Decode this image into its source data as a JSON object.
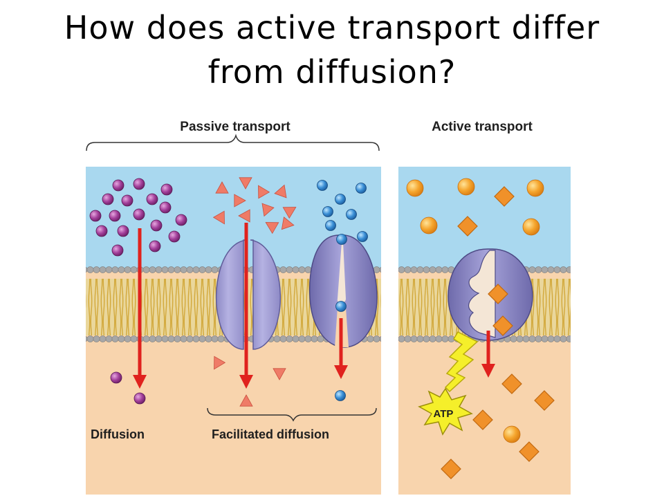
{
  "slide": {
    "title_line1": "How does active transport differ",
    "title_line2": "from diffusion?"
  },
  "figure": {
    "passive_header": "Passive transport",
    "active_header": "Active transport",
    "diffusion_label": "Diffusion",
    "facilitated_label": "Facilitated diffusion",
    "atp_label": "ATP"
  },
  "colors": {
    "extracellular": "#a9d8ef",
    "cytoplasm": "#f8d4ad",
    "membrane_tails": "#e8c66b",
    "phospholipid_head": "#a7a7a7",
    "arrow": "#e0221e",
    "protein_channel": "#a9a5d8",
    "carrier_protein": "#8a86c6",
    "purple_molecule": "#8c2f86",
    "salmon_molecule": "#ef7b67",
    "blue_molecule": "#2e7fc3",
    "orange_molecule": "#f09a2a",
    "atp_burst": "#f5ef2a"
  }
}
